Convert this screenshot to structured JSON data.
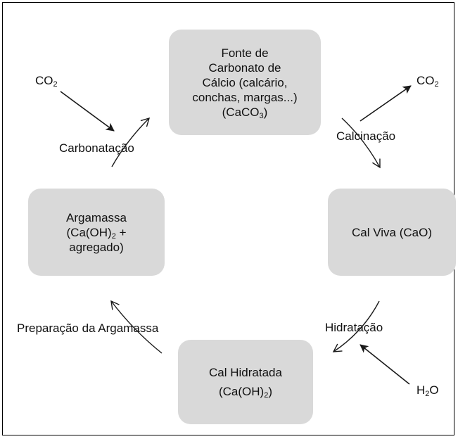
{
  "nodes": {
    "source": {
      "line1": "Fonte de",
      "line2": "Carbonato de",
      "line3": "Cálcio (calcário,",
      "line4": "conchas, margas...)",
      "formula_prefix": "(CaCO",
      "formula_sub": "3",
      "formula_suffix": ")"
    },
    "quicklime": {
      "text": "Cal Viva (CaO)"
    },
    "hydrated_lime": {
      "line1": "Cal Hidratada",
      "formula_prefix": "(Ca(OH)",
      "formula_sub": "2",
      "formula_suffix": ")"
    },
    "mortar": {
      "line1": "Argamassa",
      "formula_prefix": "(Ca(OH)",
      "formula_sub": "2",
      "formula_suffix": " +",
      "line3": "agregado)"
    }
  },
  "processes": {
    "calcination": "Calcinação",
    "hydration": "Hidratação",
    "mortar_preparation": "Preparação da Argamassa",
    "carbonation": "Carbonatação"
  },
  "chemicals": {
    "co2_out": {
      "base": "CO",
      "sub": "2"
    },
    "co2_in": {
      "base": "CO",
      "sub": "2"
    },
    "h2o_in": {
      "base": "H",
      "sub": "2",
      "suffix": "O"
    }
  },
  "colors": {
    "node_fill": "#d9d9d9",
    "arrow": "#1a1a1a",
    "border": "#000000"
  }
}
